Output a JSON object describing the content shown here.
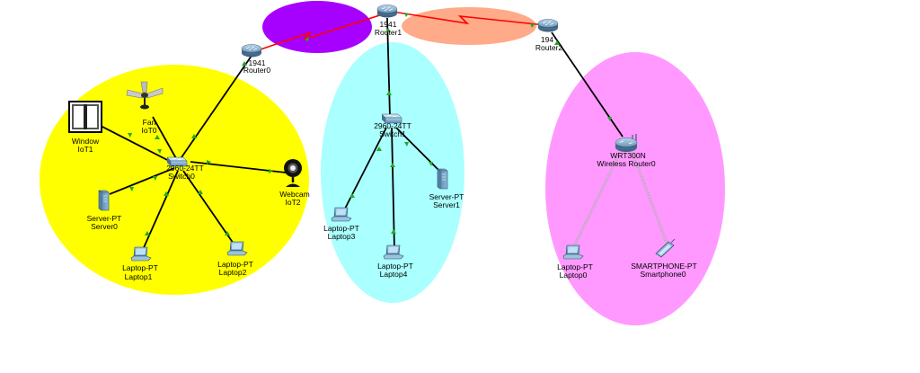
{
  "colors": {
    "lan0_zone": "#ffff00",
    "lan1_zone": "#aaffff",
    "wireless_zone": "#ff99ff",
    "wan0_zone": "#a600ff",
    "wan1_zone": "#ffaa88",
    "serial_link": "#ff0000",
    "ethernet_link": "#000000",
    "wireless_link": "#b0b0b0",
    "port_up": "#22aa22"
  },
  "devices": {
    "router1": {
      "model": "1941",
      "name": "Router1"
    },
    "router0": {
      "model": "1941",
      "name": "Router0"
    },
    "router2": {
      "model": "194",
      "name": "Router2"
    },
    "switch0": {
      "model": "2960-24TT",
      "name": "Switch0"
    },
    "switch1": {
      "model": "2960-24TT",
      "name": "Switch1"
    },
    "wireless_router0": {
      "model": "WRT300N",
      "name": "Wireless Router0"
    },
    "window_iot1": {
      "model": "Window",
      "name": "IoT1"
    },
    "fan_iot0": {
      "model": "Fan",
      "name": "IoT0"
    },
    "webcam_iot2": {
      "model": "Webcam",
      "name": "IoT2"
    },
    "server0": {
      "model": "Server-PT",
      "name": "Server0"
    },
    "server1": {
      "model": "Server-PT",
      "name": "Server1"
    },
    "laptop1": {
      "model": "Laptop-PT",
      "name": "Laptop1"
    },
    "laptop2": {
      "model": "Laptop-PT",
      "name": "Laptop2"
    },
    "laptop3": {
      "model": "Laptop-PT",
      "name": "Laptop3"
    },
    "laptop4": {
      "model": "Laptop-PT",
      "name": "Laptop4"
    },
    "laptop0": {
      "model": "Laptop-PT",
      "name": "Laptop0"
    },
    "smartphone0": {
      "model": "SMARTPHONE-PT",
      "name": "Smartphone0"
    }
  },
  "icons": {
    "router": "router-icon",
    "switch": "switch-icon",
    "wireless_router": "wireless-router-icon",
    "server": "server-icon",
    "laptop": "laptop-icon",
    "smartphone": "smartphone-icon",
    "window": "window-icon",
    "fan": "fan-icon",
    "webcam": "webcam-icon"
  }
}
